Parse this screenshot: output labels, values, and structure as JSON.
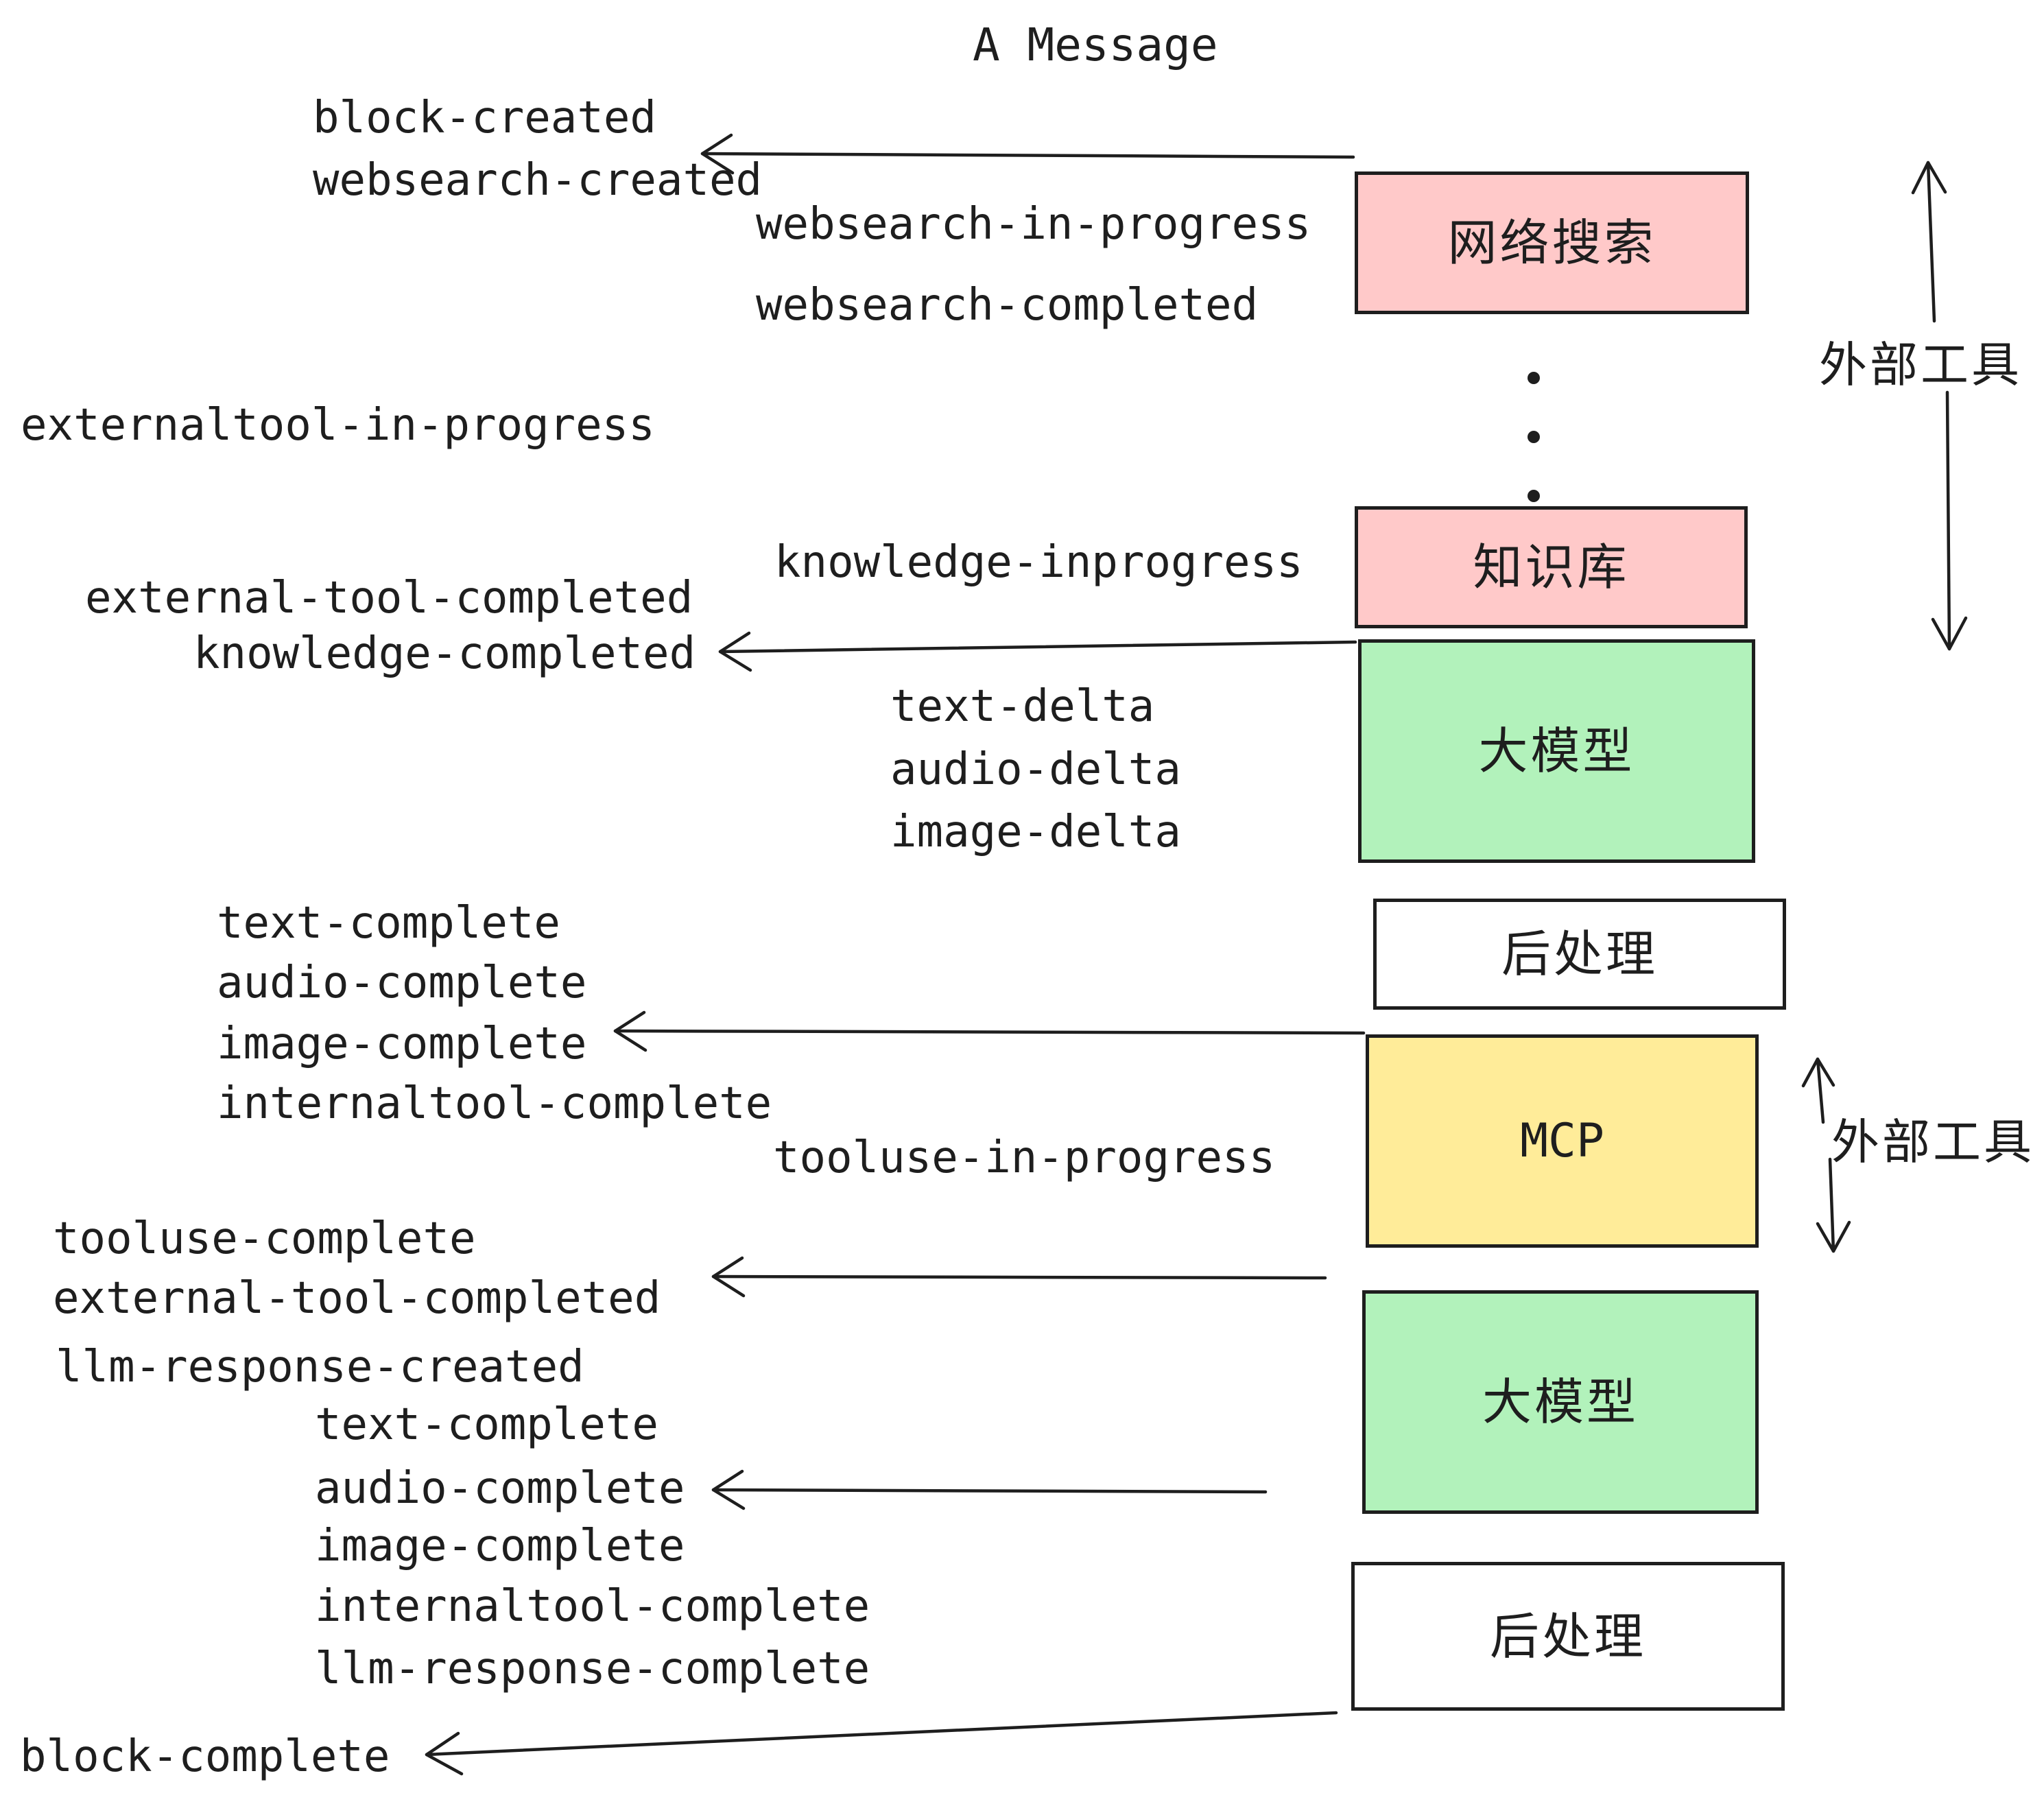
{
  "title": "A Message",
  "colors": {
    "ink": "#1e1e1e",
    "box_pink": "#ffc9c9",
    "box_green": "#b2f2bb",
    "box_yellow": "#ffec99",
    "box_white": "#ffffff",
    "background": "#ffffff"
  },
  "boxes": [
    {
      "id": "websearch",
      "label": "网络搜索",
      "color": "pink"
    },
    {
      "id": "knowledge",
      "label": "知识库",
      "color": "pink"
    },
    {
      "id": "llm-1",
      "label": "大模型",
      "color": "green"
    },
    {
      "id": "postprocess-1",
      "label": "后处理",
      "color": "white"
    },
    {
      "id": "mcp",
      "label": "MCP",
      "color": "yellow"
    },
    {
      "id": "llm-2",
      "label": "大模型",
      "color": "green"
    },
    {
      "id": "postprocess-2",
      "label": "后处理",
      "color": "white"
    }
  ],
  "side_annotations": [
    {
      "id": "external-tools-top",
      "label": "外部工具"
    },
    {
      "id": "external-tools-mcp",
      "label": "外部工具"
    }
  ],
  "event_labels": [
    {
      "id": "block-created",
      "text": "block-created"
    },
    {
      "id": "websearch-created",
      "text": "websearch-created"
    },
    {
      "id": "websearch-in-progress",
      "text": "websearch-in-progress"
    },
    {
      "id": "websearch-completed",
      "text": "websearch-completed"
    },
    {
      "id": "externaltool-in-progress",
      "text": "externaltool-in-progress"
    },
    {
      "id": "knowledge-inprogress",
      "text": "knowledge-inprogress"
    },
    {
      "id": "external-tool-completed-1",
      "text": "external-tool-completed"
    },
    {
      "id": "knowledge-completed",
      "text": "knowledge-completed"
    },
    {
      "id": "text-delta-1",
      "text": "text-delta"
    },
    {
      "id": "audio-delta-1",
      "text": "audio-delta"
    },
    {
      "id": "image-delta-1",
      "text": "image-delta"
    },
    {
      "id": "text-complete-1",
      "text": "text-complete"
    },
    {
      "id": "audio-complete-1",
      "text": "audio-complete"
    },
    {
      "id": "image-complete-1",
      "text": "image-complete"
    },
    {
      "id": "internaltool-complete-1",
      "text": "internaltool-complete"
    },
    {
      "id": "tooluse-in-progress",
      "text": "tooluse-in-progress"
    },
    {
      "id": "tooluse-complete",
      "text": "tooluse-complete"
    },
    {
      "id": "external-tool-completed-2",
      "text": "external-tool-completed"
    },
    {
      "id": "llm-response-created",
      "text": "llm-response-created"
    },
    {
      "id": "text-complete-2",
      "text": "text-complete"
    },
    {
      "id": "audio-complete-2",
      "text": "audio-complete"
    },
    {
      "id": "image-complete-2",
      "text": "image-complete"
    },
    {
      "id": "internaltool-complete-2",
      "text": "internaltool-complete"
    },
    {
      "id": "llm-response-complete",
      "text": "llm-response-complete"
    },
    {
      "id": "block-complete",
      "text": "block-complete"
    }
  ]
}
